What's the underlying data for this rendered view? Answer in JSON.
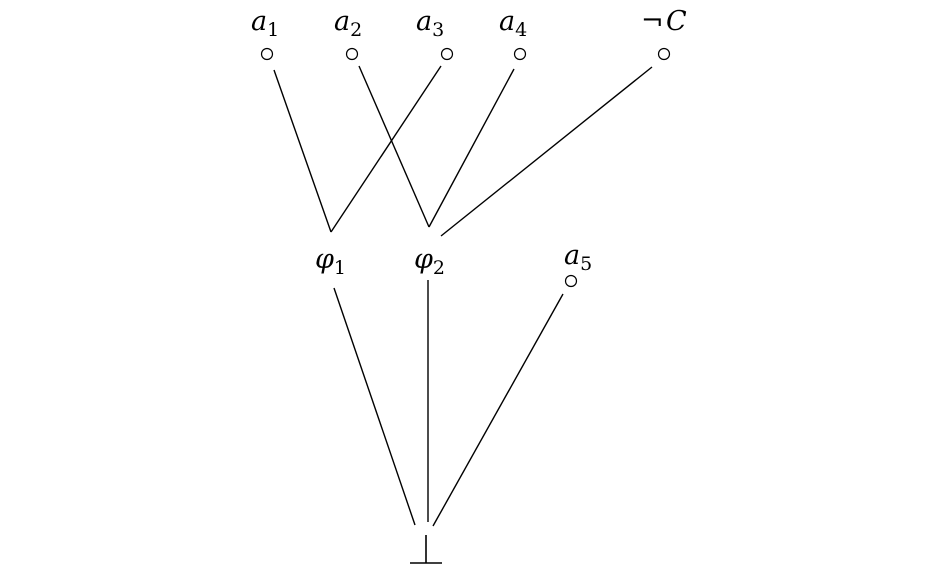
{
  "diagram": {
    "hypotheses": [
      {
        "id": "a1",
        "name": "a",
        "sub": "1"
      },
      {
        "id": "a2",
        "name": "a",
        "sub": "2"
      },
      {
        "id": "a3",
        "name": "a",
        "sub": "3"
      },
      {
        "id": "a4",
        "name": "a",
        "sub": "4"
      },
      {
        "id": "notC",
        "neg": "¬",
        "name": "C"
      },
      {
        "id": "a5",
        "name": "a",
        "sub": "5"
      }
    ],
    "inferences": [
      {
        "id": "phi1",
        "name": "φ",
        "sub": "1"
      },
      {
        "id": "phi2",
        "name": "φ",
        "sub": "2"
      }
    ],
    "conclusion": {
      "id": "bottom",
      "symbol": "⊥"
    },
    "edges": [
      {
        "from": "a1",
        "to": "phi1"
      },
      {
        "from": "a3",
        "to": "phi1"
      },
      {
        "from": "a2",
        "to": "phi2"
      },
      {
        "from": "a4",
        "to": "phi2"
      },
      {
        "from": "notC",
        "to": "phi2"
      },
      {
        "from": "phi1",
        "to": "bottom"
      },
      {
        "from": "phi2",
        "to": "bottom"
      },
      {
        "from": "a5",
        "to": "bottom"
      }
    ]
  }
}
